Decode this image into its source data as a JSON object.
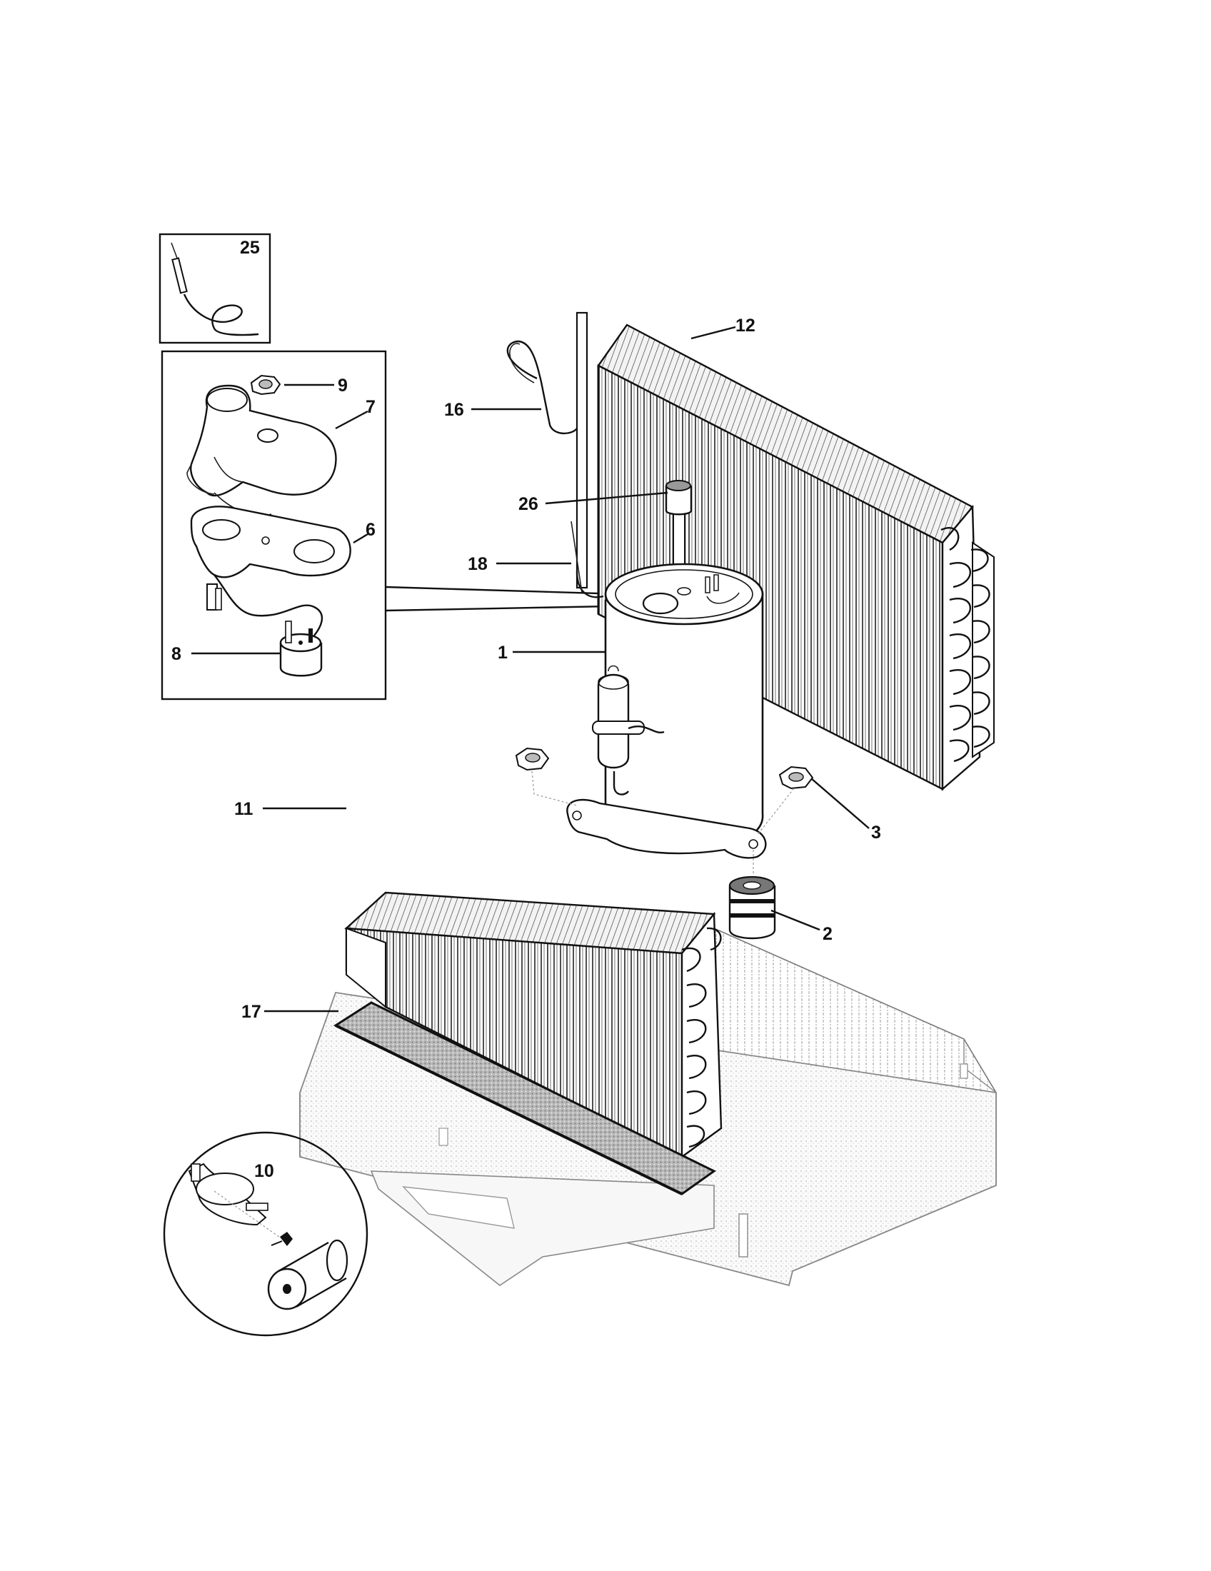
{
  "diagram": {
    "callouts": [
      {
        "id": "1",
        "text": "1"
      },
      {
        "id": "2",
        "text": "2"
      },
      {
        "id": "3",
        "text": "3"
      },
      {
        "id": "6",
        "text": "6"
      },
      {
        "id": "7",
        "text": "7"
      },
      {
        "id": "8",
        "text": "8"
      },
      {
        "id": "9",
        "text": "9"
      },
      {
        "id": "10",
        "text": "10"
      },
      {
        "id": "11",
        "text": "11"
      },
      {
        "id": "12",
        "text": "12"
      },
      {
        "id": "16",
        "text": "16"
      },
      {
        "id": "17",
        "text": "17"
      },
      {
        "id": "18",
        "text": "18"
      },
      {
        "id": "25",
        "text": "25"
      },
      {
        "id": "26",
        "text": "26"
      }
    ]
  }
}
